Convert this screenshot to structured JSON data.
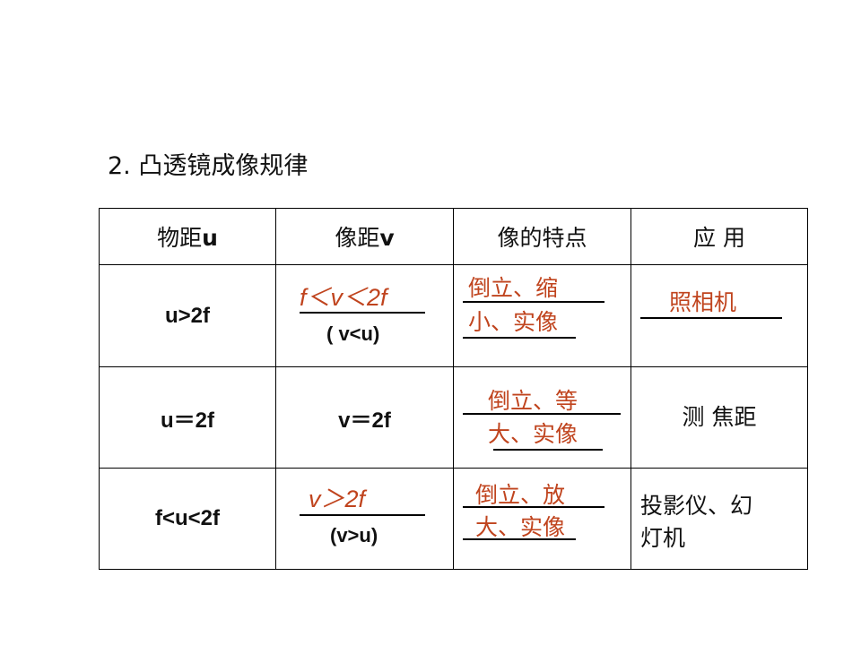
{
  "heading": "2. 凸透镜成像规律",
  "columns": [
    "物距",
    "u",
    "像距",
    "v",
    "像的特点",
    "应 用"
  ],
  "rows": [
    {
      "object_distance": "u>2f",
      "image_distance_answer": "f＜v＜2f",
      "image_distance_note": "( v<u)",
      "features_line1": "倒立、缩",
      "features_line2": "小、实像",
      "application": "照相机"
    },
    {
      "object_distance": "u＝2f",
      "image_distance": "v＝2f",
      "features_line1": "倒立、等",
      "features_line2": "大、实像",
      "application": "测 焦距"
    },
    {
      "object_distance": "f<u<2f",
      "image_distance_answer": "v＞2f",
      "image_distance_note": "(v>u)",
      "features_line1": "倒立、放",
      "features_line2": "大、实像",
      "application_line1": "投影仪、幻",
      "application_line2": "灯机"
    }
  ],
  "colors": {
    "answer": "#c0441e",
    "text": "#111111",
    "border": "#000000"
  }
}
